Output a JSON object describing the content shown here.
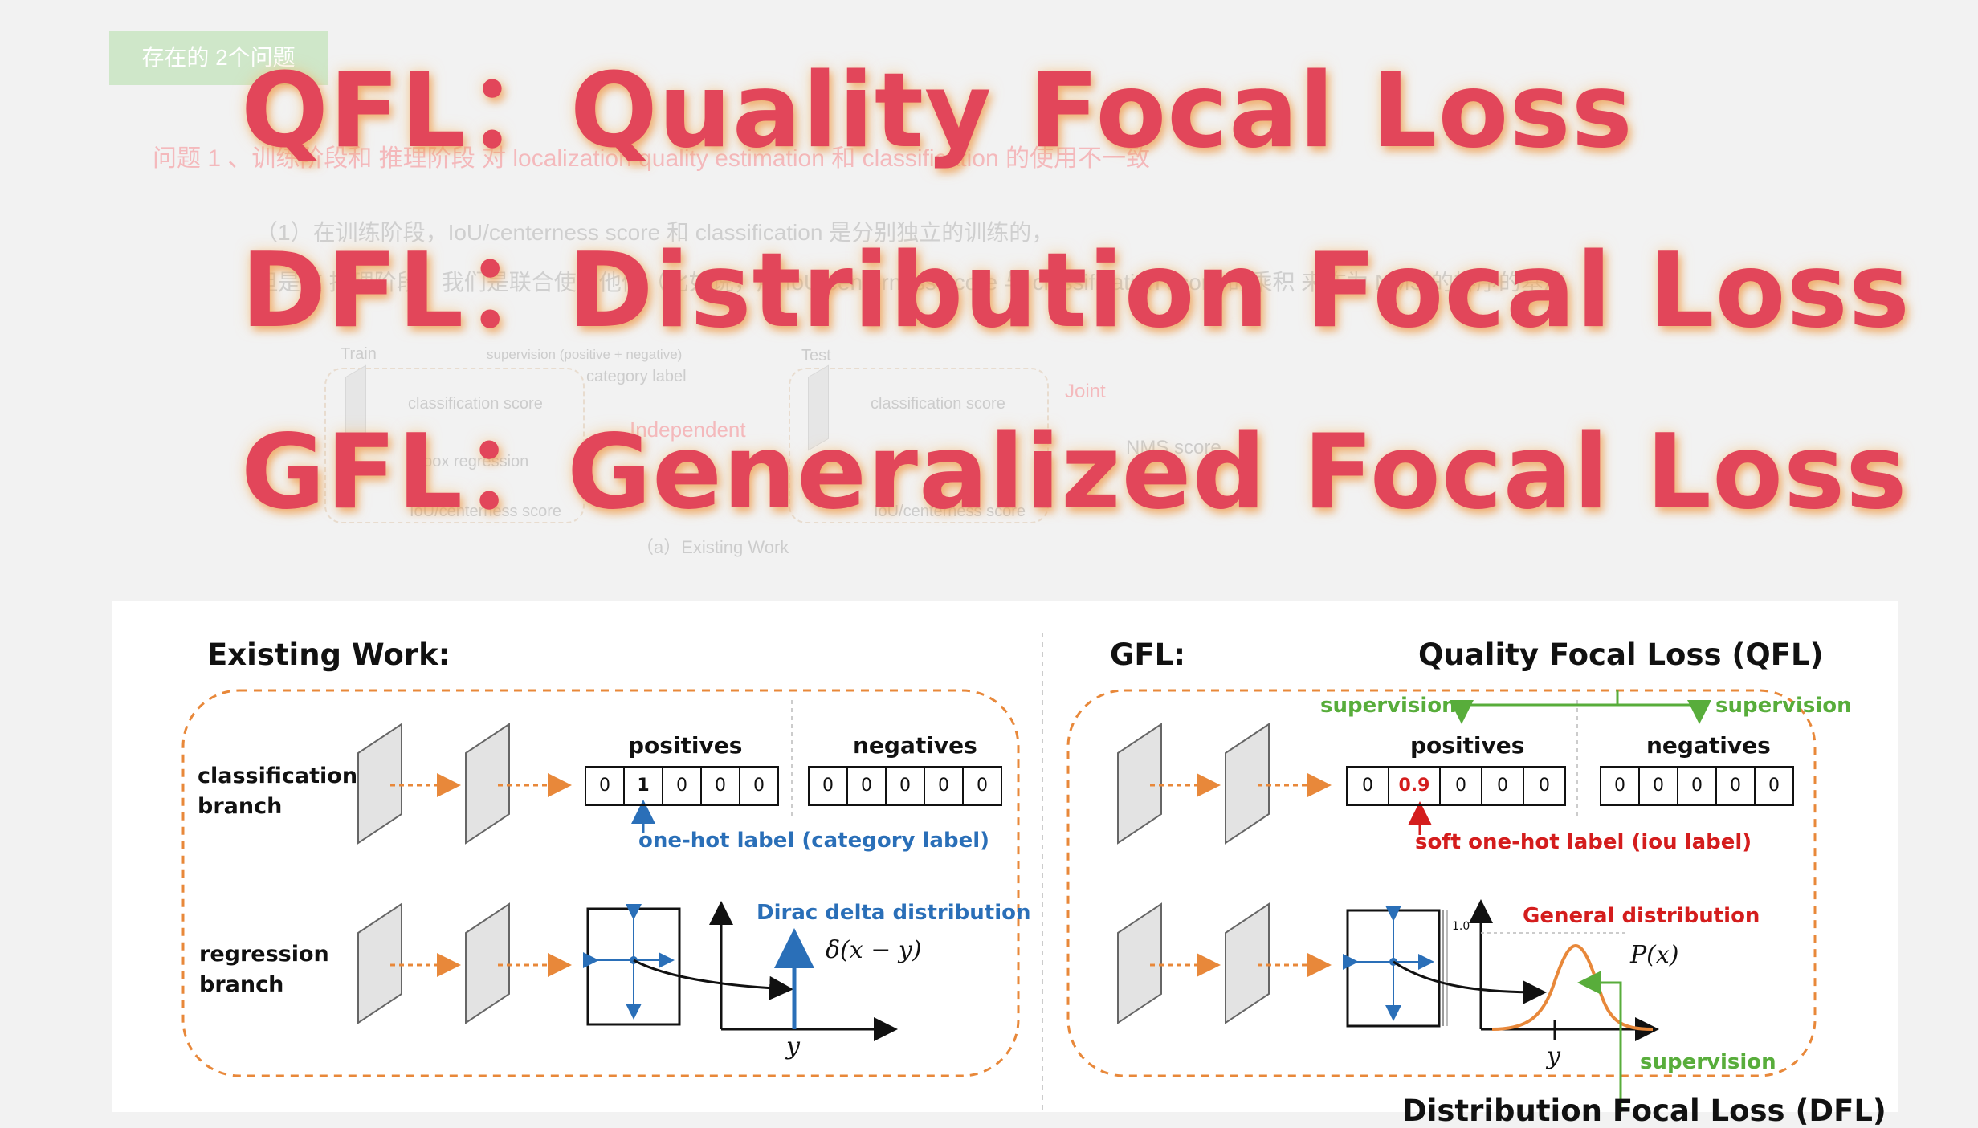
{
  "background_slide": {
    "tag": "存在的 2个问题",
    "problem1": "问题 1 、训练阶段和 推理阶段 对 localization quality estimation 和 classification 的使用不一致",
    "point1": "（1）在训练阶段，IoU/centerness score 和 classification 是分别独立的训练的，",
    "point2": "但是在 推理阶段，我们是联合使用他们（比如说，用 IoU/centerness score 与 classification score 的乘积 来作为 NMS 的排序的基准",
    "train_label": "Train",
    "test_label": "Test",
    "supervision_label": "supervision (positive + negative)",
    "category_label": "category label",
    "classification_score": "classification score",
    "independent": "Independent",
    "joint": "Joint",
    "nms_score": "NMS score",
    "bbox_regression": "bbox regression",
    "centerness_score": "IoU/centerness score",
    "caption": "（a）Existing Work"
  },
  "titles": [
    "QFL：Quality Focal Loss",
    "DFL：Distribution Focal Loss",
    "GFL：Generalized Focal Loss"
  ],
  "figure": {
    "left": {
      "title": "Existing Work:",
      "classification_branch": [
        "classification",
        "branch"
      ],
      "regression_branch": [
        "regression",
        "branch"
      ],
      "positives": "positives",
      "negatives": "negatives",
      "positive_cells": [
        "0",
        "1",
        "0",
        "0",
        "0"
      ],
      "negative_cells": [
        "0",
        "0",
        "0",
        "0",
        "0"
      ],
      "label_note": "one-hot label (category label)",
      "dist_title": "Dirac delta distribution",
      "formula": "δ(x − y)",
      "axis_y": "y"
    },
    "right": {
      "title": "GFL:",
      "qfl_title": "Quality Focal Loss (QFL)",
      "supervision": "supervision",
      "positives": "positives",
      "negatives": "negatives",
      "positive_cells": [
        "0",
        "0.9",
        "0",
        "0",
        "0"
      ],
      "negative_cells": [
        "0",
        "0",
        "0",
        "0",
        "0"
      ],
      "label_note": "soft one-hot label (iou label)",
      "dist_title": "General distribution",
      "formula": "P(x)",
      "axis_tick": "1.0",
      "axis_y": "y",
      "dfl_title": "Distribution Focal Loss (DFL)"
    }
  },
  "colors": {
    "title_red": "#e2465a",
    "orange_dash": "#e8883a",
    "blue": "#2a6fb8",
    "red": "#d41d1d",
    "green": "#58ad3b"
  }
}
